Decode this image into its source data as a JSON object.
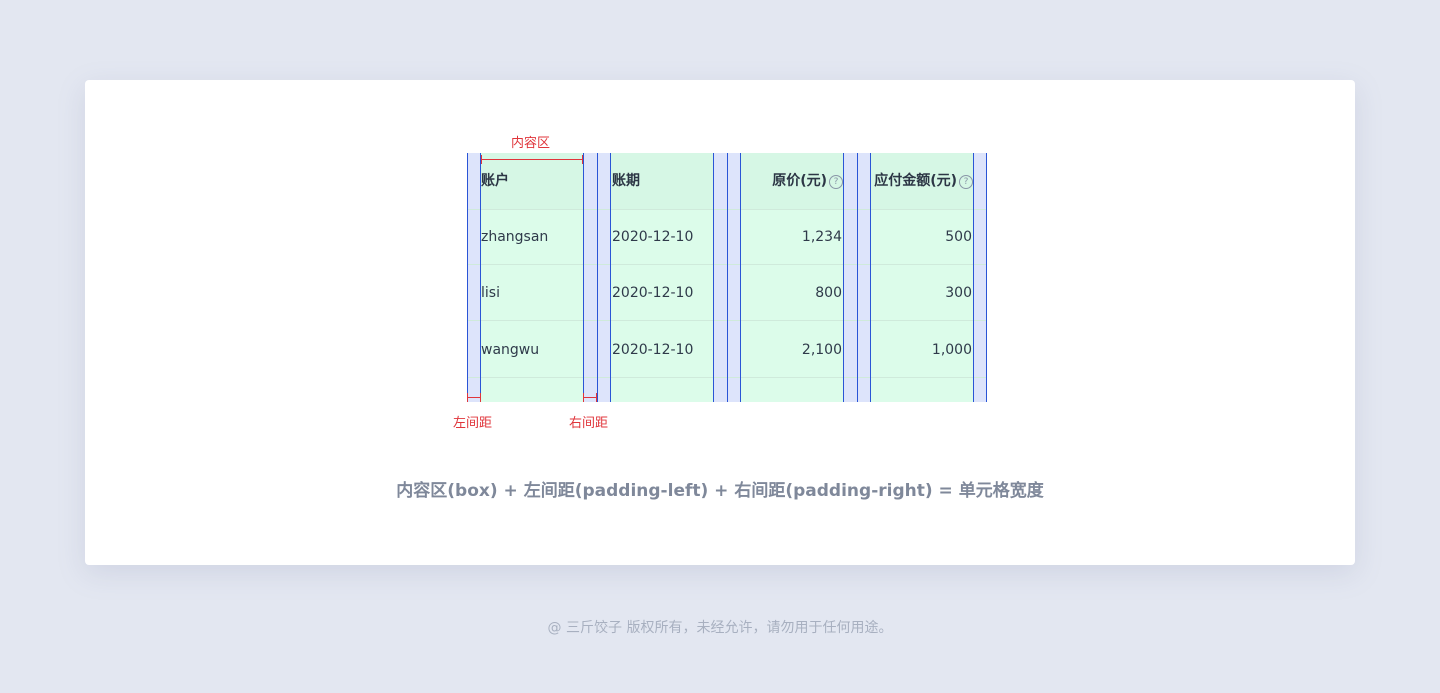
{
  "annotations": {
    "content_area": "内容区",
    "padding_left": "左间距",
    "padding_right": "右间距"
  },
  "table": {
    "headers": [
      "账户",
      "账期",
      "原价(元)",
      "应付金额(元)"
    ],
    "help_glyph": "?",
    "rows": [
      [
        "zhangsan",
        "2020-12-10",
        "1,234",
        "500"
      ],
      [
        "lisi",
        "2020-12-10",
        "800",
        "300"
      ],
      [
        "wangwu",
        "2020-12-10",
        "2,100",
        "1,000"
      ]
    ]
  },
  "formula": "内容区(box) + 左间距(padding-left) + 右间距(padding-right) = 单元格宽度",
  "footer": "@ 三斤饺子   版权所有，未经允许，请勿用于任何用途。",
  "colors": {
    "page_background": "#e3e7f1",
    "content_fill": "#dcfcea",
    "padding_fill": "#dde4fb",
    "guide_line": "#2a55d6",
    "annotation_red": "#e0353b"
  }
}
